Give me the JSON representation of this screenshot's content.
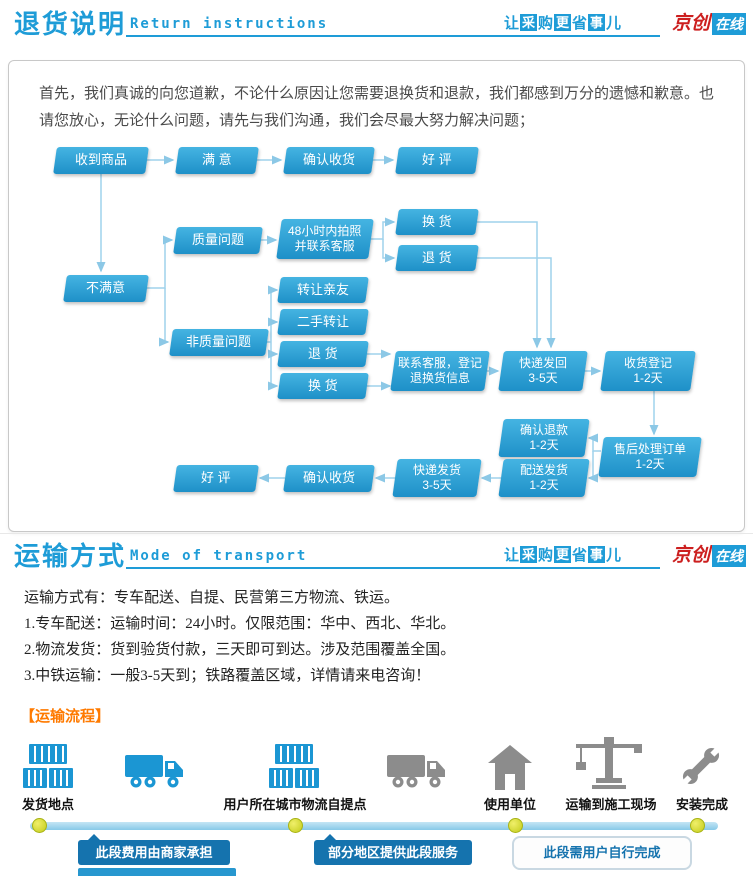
{
  "header1": {
    "title": "退货说明",
    "subtitle": "Return instructions"
  },
  "header2": {
    "title": "运输方式",
    "subtitle": "Mode of transport"
  },
  "tagline": {
    "chars": [
      "让",
      "采",
      "购",
      "更",
      "省",
      "事",
      "儿"
    ]
  },
  "logo": {
    "red": "京创",
    "boxed": "在线"
  },
  "return_flow": {
    "intro": "首先，我们真诚的向您道歉，不论什么原因让您需要退换货和退款，我们都感到万分的遗憾和歉意。也请您放心，无论什么问题，请先与我们沟通，我们会尽最大努力解决问题；",
    "nodes": [
      {
        "label": "收到商品"
      },
      {
        "label": "满 意"
      },
      {
        "label": "确认收货"
      },
      {
        "label": "好 评"
      },
      {
        "label": "不满意"
      },
      {
        "label": "质量问题"
      },
      {
        "label": "48小时内拍照\n并联系客服"
      },
      {
        "label": "换 货"
      },
      {
        "label": "退 货"
      },
      {
        "label": "非质量问题"
      },
      {
        "label": "转让亲友"
      },
      {
        "label": "二手转让"
      },
      {
        "label": "退 货"
      },
      {
        "label": "换 货"
      },
      {
        "label": "联系客服，登记\n退换货信息"
      },
      {
        "label": "快递发回\n3-5天"
      },
      {
        "label": "收货登记\n1-2天"
      },
      {
        "label": "售后处理订单\n1-2天"
      },
      {
        "label": "确认退款\n1-2天"
      },
      {
        "label": "配送发货\n1-2天"
      },
      {
        "label": "快递发货\n3-5天"
      },
      {
        "label": "确认收货"
      },
      {
        "label": "好 评"
      }
    ]
  },
  "transport": {
    "lines": [
      "运输方式有：专车配送、自提、民营第三方物流、铁运。",
      "1.专车配送：运输时间：24小时。仅限范围：华中、西北、华北。",
      "2.物流发货：货到验货付款，三天即可到达。涉及范围覆盖全国。",
      "3.中铁运输：一般3-5天到；铁路覆盖区域，详情请来电咨询！"
    ],
    "flow_title": "【运输流程】",
    "stops": [
      {
        "label": "发货地点",
        "icon": "container-icon"
      },
      {
        "label": "",
        "icon": "truck-icon"
      },
      {
        "label": "用户所在城市物流自提点",
        "icon": "container-icon"
      },
      {
        "label": "",
        "icon": "truck-icon"
      },
      {
        "label": "使用单位",
        "icon": "building-icon"
      },
      {
        "label": "运输到施工现场",
        "icon": "crane-icon"
      },
      {
        "label": "安装完成",
        "icon": "wrench-icon"
      }
    ],
    "timeline_labels": [
      "此段费用由商家承担",
      "部分地区提供此段服务",
      "此段需用户自行完成"
    ]
  },
  "colors": {
    "accent_blue": "#1e9cd7",
    "node_blue_top": "#45b4e2",
    "node_blue_bottom": "#1e90c8",
    "arrow_blue": "#9fd2ec",
    "flow_title_orange": "#ff7a00",
    "logo_red": "#cc1f1f",
    "timeline_label_blue": "#1573ae",
    "timeline_dot_yellow": "#dde23a",
    "icon_blue": "#1b96d3",
    "icon_gray": "#8c8c8c"
  }
}
